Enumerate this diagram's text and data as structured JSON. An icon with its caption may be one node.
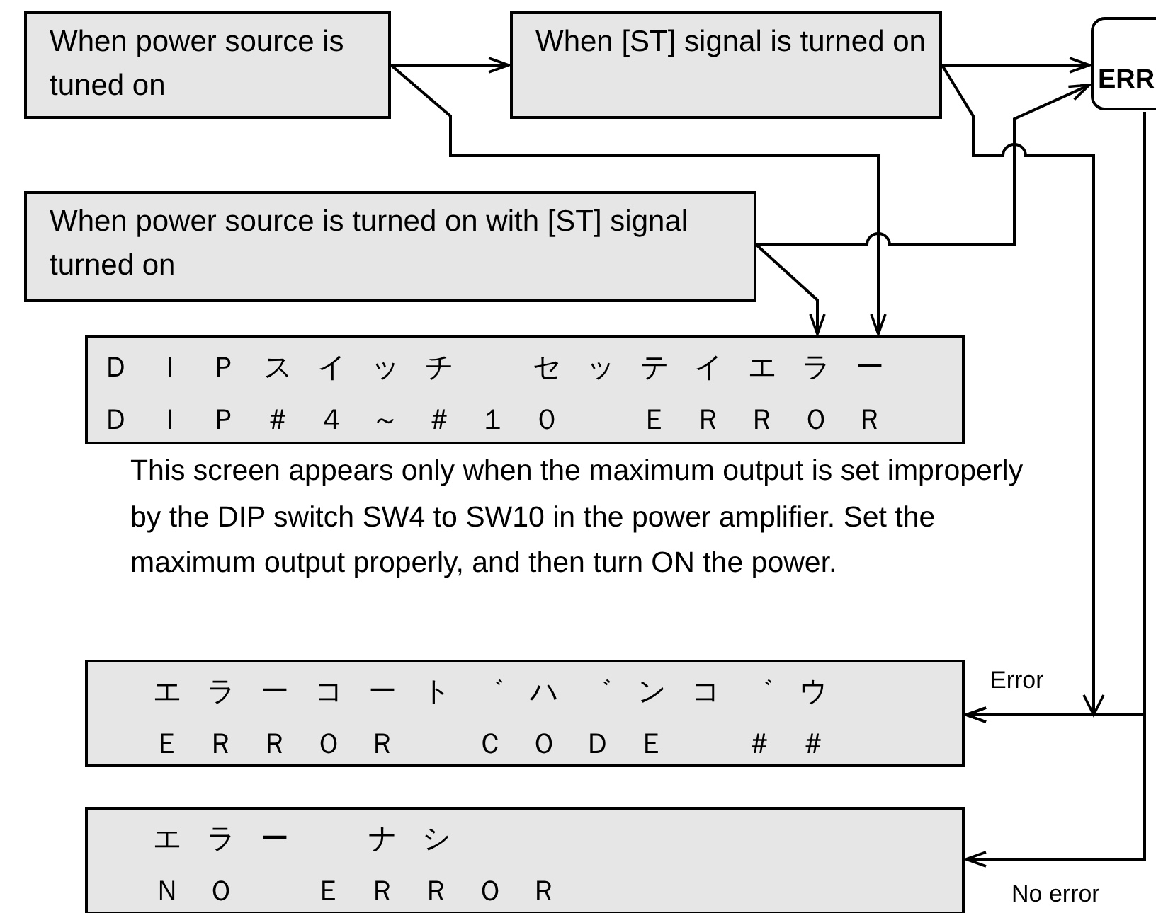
{
  "diagram": {
    "nodes": [
      {
        "text": [
          "When power source is tuned on"
        ]
      },
      {
        "text": [
          "When [ST] signal is turned on"
        ]
      },
      {
        "text": [
          "ERR"
        ]
      },
      {
        "text": [
          "When power source is turned on with [ST] signal turned on"
        ]
      },
      {
        "text": [
          "ＤＩＰスイッチ　セッテイエラー",
          "ＤＩＰ＃４～＃１０　ＥＲＲＯＲ"
        ],
        "beside": [
          "This screen appears only when the maximum output is set improperly by the DIP switch SW4 to SW10 in the power amplifier. Set the maximum output properly, and then turn ON the power."
        ]
      },
      {
        "text": [
          "エラーコート゛ハ゛ンコ゛ウ",
          "ＥＲＲＯＲ　ＣＯＤＥ　＃＃"
        ]
      },
      {
        "text": [
          "エラー　ナシ",
          "ＮＯ　ＥＲＲＯＲ"
        ]
      }
    ],
    "edges": [
      {
        "from": 0,
        "to": 1,
        "arrow": "to"
      },
      {
        "from": 0,
        "to": 4,
        "arrow": "to"
      },
      {
        "from": 1,
        "to": 2,
        "arrow": "to"
      },
      {
        "from": 1,
        "to": 5,
        "arrow": "to"
      },
      {
        "from": 3,
        "to": 2,
        "arrow": "to"
      },
      {
        "from": 3,
        "to": 4,
        "arrow": "to"
      },
      {
        "from": 2,
        "to": 5,
        "arrow": "to",
        "label": "Error"
      },
      {
        "from": 2,
        "to": 6,
        "arrow": "to",
        "label": "No error"
      }
    ]
  }
}
